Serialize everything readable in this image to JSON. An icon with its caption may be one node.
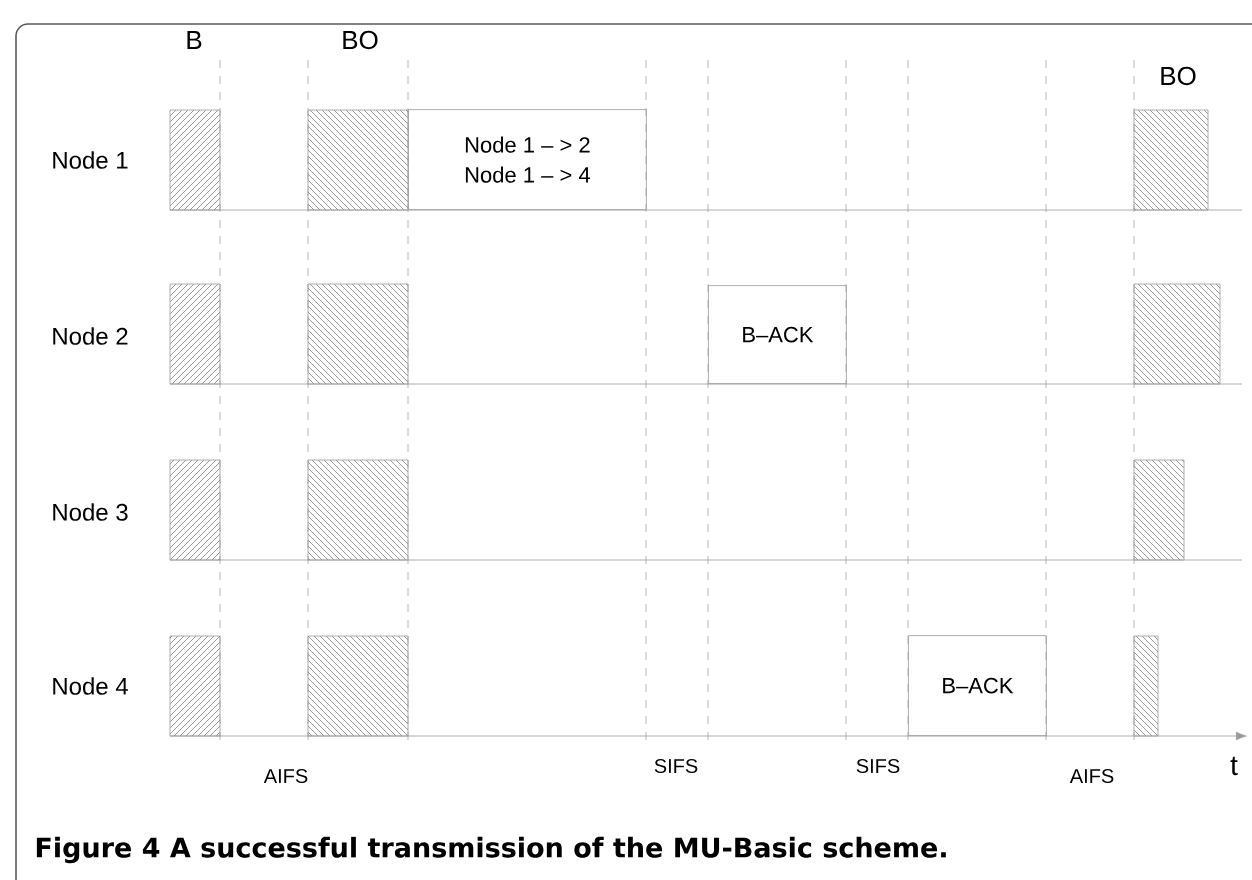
{
  "diagram": {
    "caption": "Figure 4 A successful transmission of the MU-Basic scheme.",
    "nodes": [
      {
        "text": [
          "Node 1 – > 2",
          "Node 1 – > 4"
        ]
      },
      {
        "text": [
          "B–ACK"
        ]
      },
      {
        "text": [
          "B–ACK"
        ]
      }
    ],
    "edges": [],
    "labels": [
      "B",
      "BO",
      "BO",
      "Node 1",
      "Node 2",
      "Node 3",
      "Node 4",
      "AIFS",
      "SIFS",
      "SIFS",
      "AIFS",
      "t"
    ]
  }
}
